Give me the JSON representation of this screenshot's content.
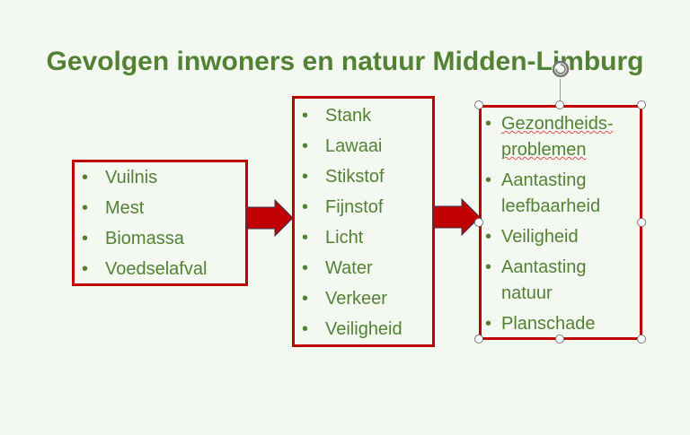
{
  "title": "Gevolgen inwoners en natuur Midden-Limburg",
  "sources": [
    "Vuilnis",
    "Mest",
    "Biomassa",
    "Voedselafval"
  ],
  "emissions": [
    "Stank",
    "Lawaai",
    "Stikstof",
    "Fijnstof",
    "Licht",
    "Water",
    "Verkeer",
    "Veiligheid"
  ],
  "effects": [
    "Gezondheids-problemen",
    "Aantasting leefbaarheid",
    "Veiligheid",
    "Aantasting natuur",
    "Planschade"
  ],
  "colors": {
    "text": "#548235",
    "border": "#c00000",
    "background": "#f3f8f0"
  }
}
